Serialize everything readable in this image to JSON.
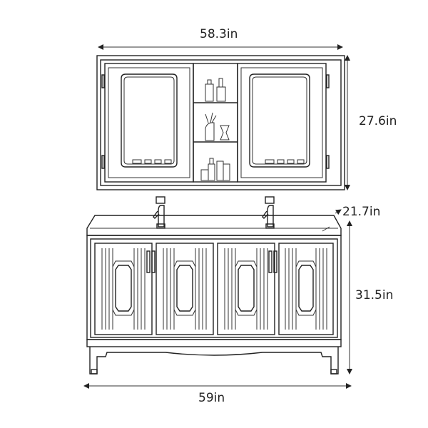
{
  "dimensions": {
    "top_width": "58.3in",
    "mirror_height": "27.6in",
    "depth": "21.7in",
    "vanity_height": "31.5in",
    "bottom_width": "59in"
  },
  "colors": {
    "line": "#222222",
    "background": "#ffffff"
  }
}
